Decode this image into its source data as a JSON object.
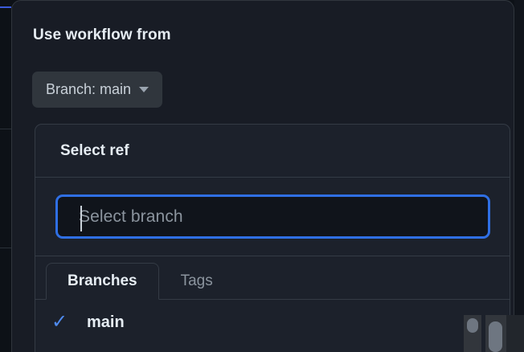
{
  "theme": {
    "page_bg": "#0d1117",
    "dialog_bg": "#181c25",
    "panel_bg": "#1c212b",
    "border": "#343b45",
    "accent_blue": "#2f6fe4",
    "check_blue": "#4f8bf0",
    "text_primary": "#e6edf3",
    "text_muted": "#8b949e"
  },
  "dialog": {
    "title": "Use workflow from",
    "branch_button": {
      "label": "Branch: main",
      "caret_icon": "chevron-down-icon"
    }
  },
  "ref_panel": {
    "header": "Select ref",
    "search": {
      "value": "",
      "placeholder": "Select branch",
      "focused": true
    },
    "tabs": [
      {
        "label": "Branches",
        "active": true
      },
      {
        "label": "Tags",
        "active": false
      }
    ],
    "items": [
      {
        "name": "main",
        "selected": true,
        "check_icon": "check-icon"
      }
    ]
  },
  "scrollbars": {
    "inner_list": "vertical-scrollbar",
    "page": "vertical-scrollbar"
  }
}
